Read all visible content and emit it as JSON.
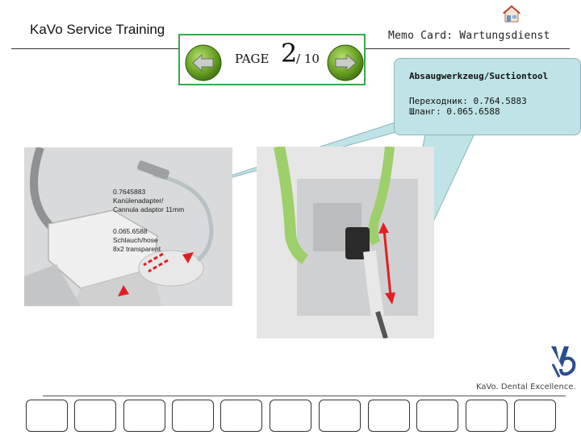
{
  "header": {
    "title": "KaVo Service Training",
    "memo_title": "Memo Card: Wartungsdienst"
  },
  "navigation": {
    "page_label": "PAGE",
    "current_page": "2",
    "total_pages": "/ 10",
    "prev_icon": "arrow-left-icon",
    "next_icon": "arrow-right-icon",
    "home_icon": "home-icon"
  },
  "memo_card": {
    "heading": "Absaugwerkzeug/Suctiontool",
    "lines": [
      "Переходник: 0.764.5883",
      "Шланг: 0.065.6588"
    ]
  },
  "left_photo": {
    "labels": [
      "0.7645883",
      "Kanülenadapter/",
      "Cannula adaptor 11mm",
      "0.065.6588",
      "Schlauch/hose",
      "8x2 transparent"
    ]
  },
  "footer": {
    "brand_tagline": "KaVo. Dental Excellence.",
    "thumbnail_count": 11
  },
  "colors": {
    "nav_border": "#3aa84a",
    "nav_button": "#6aa324",
    "memo_bg": "#bfe3e6",
    "arrow_red": "#e02020",
    "logo_blue": "#2a4e8a"
  }
}
